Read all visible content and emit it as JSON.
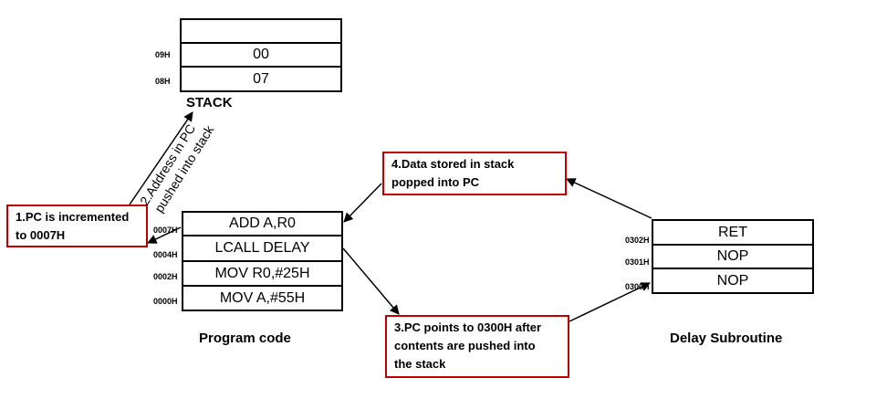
{
  "stack": {
    "title": "STACK",
    "cells": [
      {
        "address": "",
        "value": ""
      },
      {
        "address": "09H",
        "value": "00"
      },
      {
        "address": "08H",
        "value": "07"
      }
    ]
  },
  "program": {
    "title": "Program code",
    "rows": [
      {
        "address": "0007H",
        "instruction": "ADD A,R0"
      },
      {
        "address": "0004H",
        "instruction": "LCALL DELAY"
      },
      {
        "address": "0002H",
        "instruction": "MOV R0,#25H"
      },
      {
        "address": "0000H",
        "instruction": "MOV A,#55H"
      }
    ]
  },
  "subroutine": {
    "title": "Delay Subroutine",
    "rows": [
      {
        "address": "0302H",
        "instruction": "RET"
      },
      {
        "address": "0301H",
        "instruction": "NOP"
      },
      {
        "address": "0300H",
        "instruction": "NOP"
      }
    ]
  },
  "notes": {
    "step1": {
      "line1": "1.PC is incremented",
      "line2": "to 0007H"
    },
    "step2": {
      "line1": "2.Address in PC",
      "line2": "pushed into stack"
    },
    "step3": {
      "line1": "3.PC points to 0300H after",
      "line2": "contents are pushed into",
      "line3": "the stack"
    },
    "step4": {
      "line1": "4.Data stored in stack",
      "line2": "popped into PC"
    }
  },
  "colors": {
    "note_border": "#c00000",
    "cell_border": "#000000",
    "arrow": "#000000"
  }
}
